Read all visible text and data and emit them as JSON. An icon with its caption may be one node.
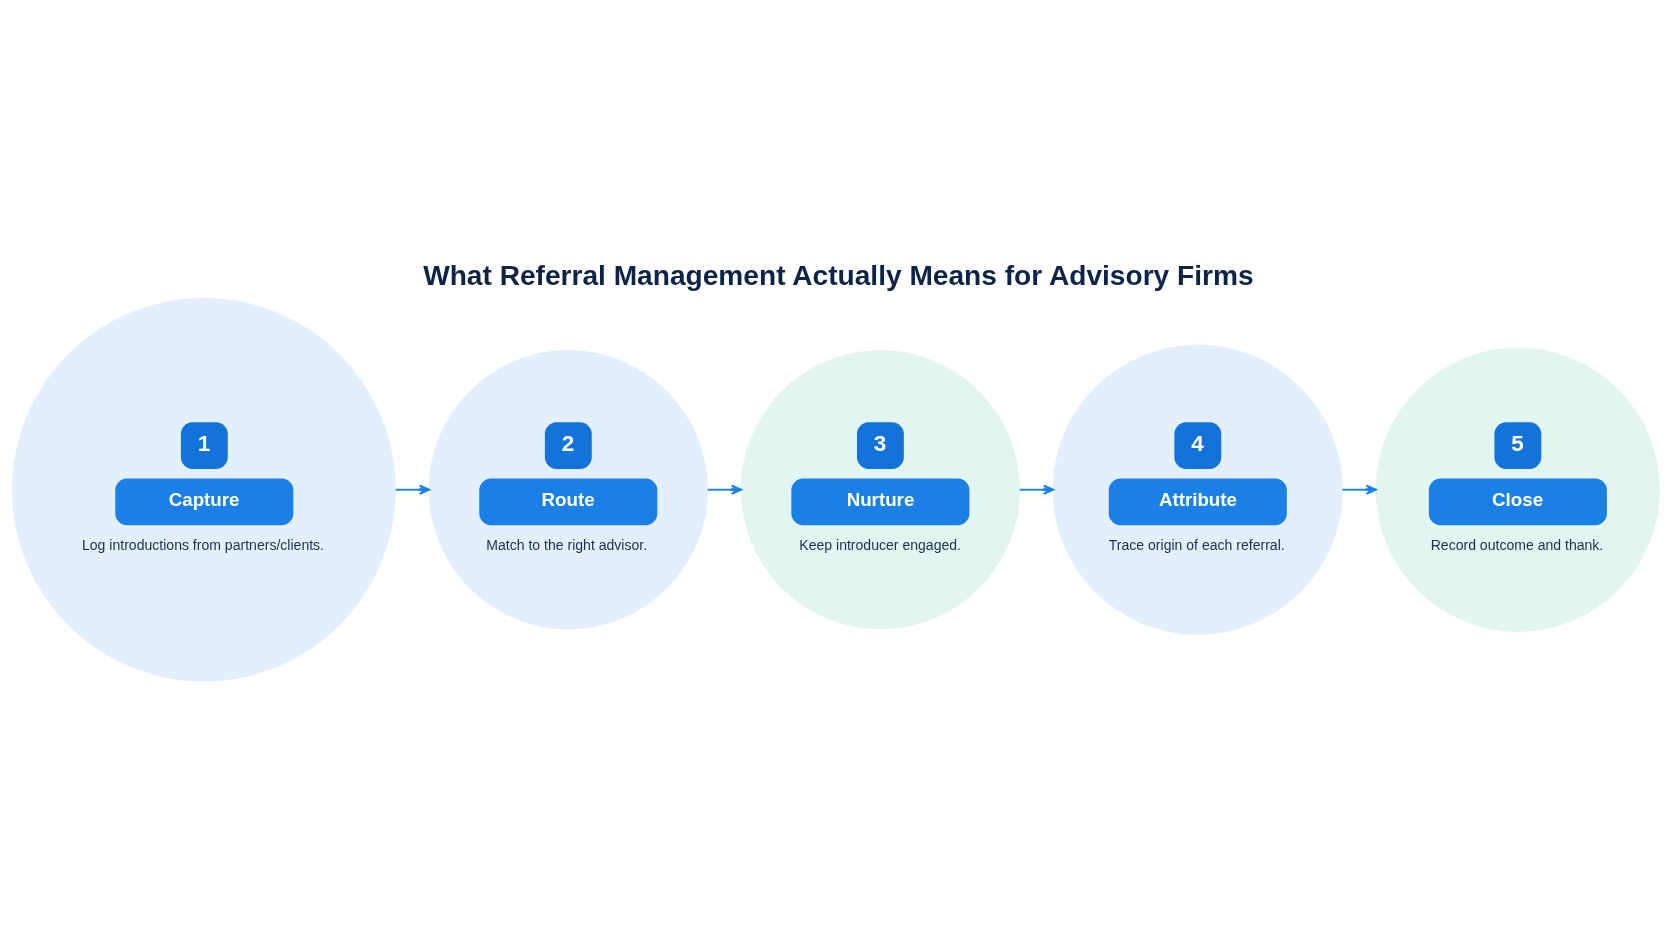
{
  "diagram": {
    "title": "What Referral Management Actually Means for Advisory Firms",
    "nodes": [
      {
        "text": [
          "1",
          "Capture",
          "Log introductions from partners/clients."
        ]
      },
      {
        "text": [
          "2",
          "Route",
          "Match to the right advisor."
        ]
      },
      {
        "text": [
          "3",
          "Nurture",
          "Keep introducer engaged."
        ]
      },
      {
        "text": [
          "4",
          "Attribute",
          "Trace origin of each referral."
        ]
      },
      {
        "text": [
          "5",
          "Close",
          "Record outcome and thank."
        ]
      }
    ],
    "edges": [
      {
        "from": 0,
        "to": 1,
        "arrow": "to"
      },
      {
        "from": 1,
        "to": 2,
        "arrow": "to"
      },
      {
        "from": 2,
        "to": 3,
        "arrow": "to"
      },
      {
        "from": 3,
        "to": 4,
        "arrow": "to"
      }
    ]
  }
}
